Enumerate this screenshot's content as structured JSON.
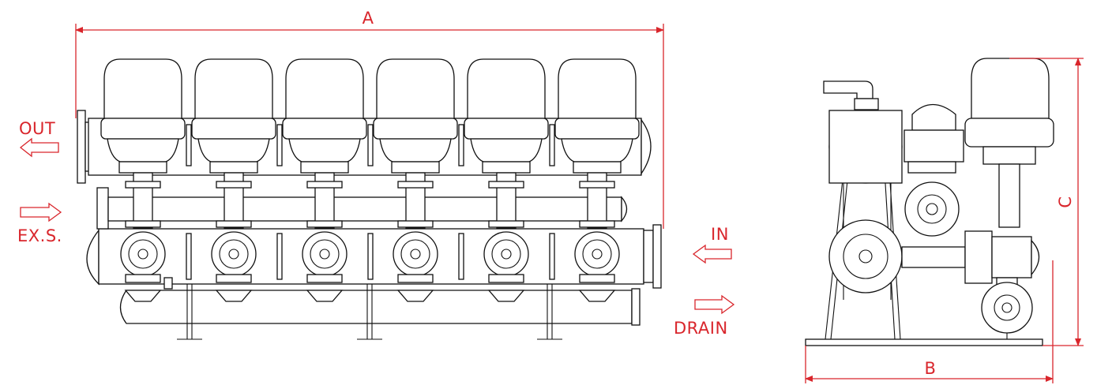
{
  "colors": {
    "annotation": "#d9262c",
    "line": "#111111",
    "background": "#ffffff"
  },
  "labels": {
    "dim_a": "A",
    "dim_b": "B",
    "dim_c": "C",
    "out": "OUT",
    "exs": "EX.S.",
    "in": "IN",
    "drain": "DRAIN"
  },
  "front_view": {
    "filter_count": 6
  }
}
